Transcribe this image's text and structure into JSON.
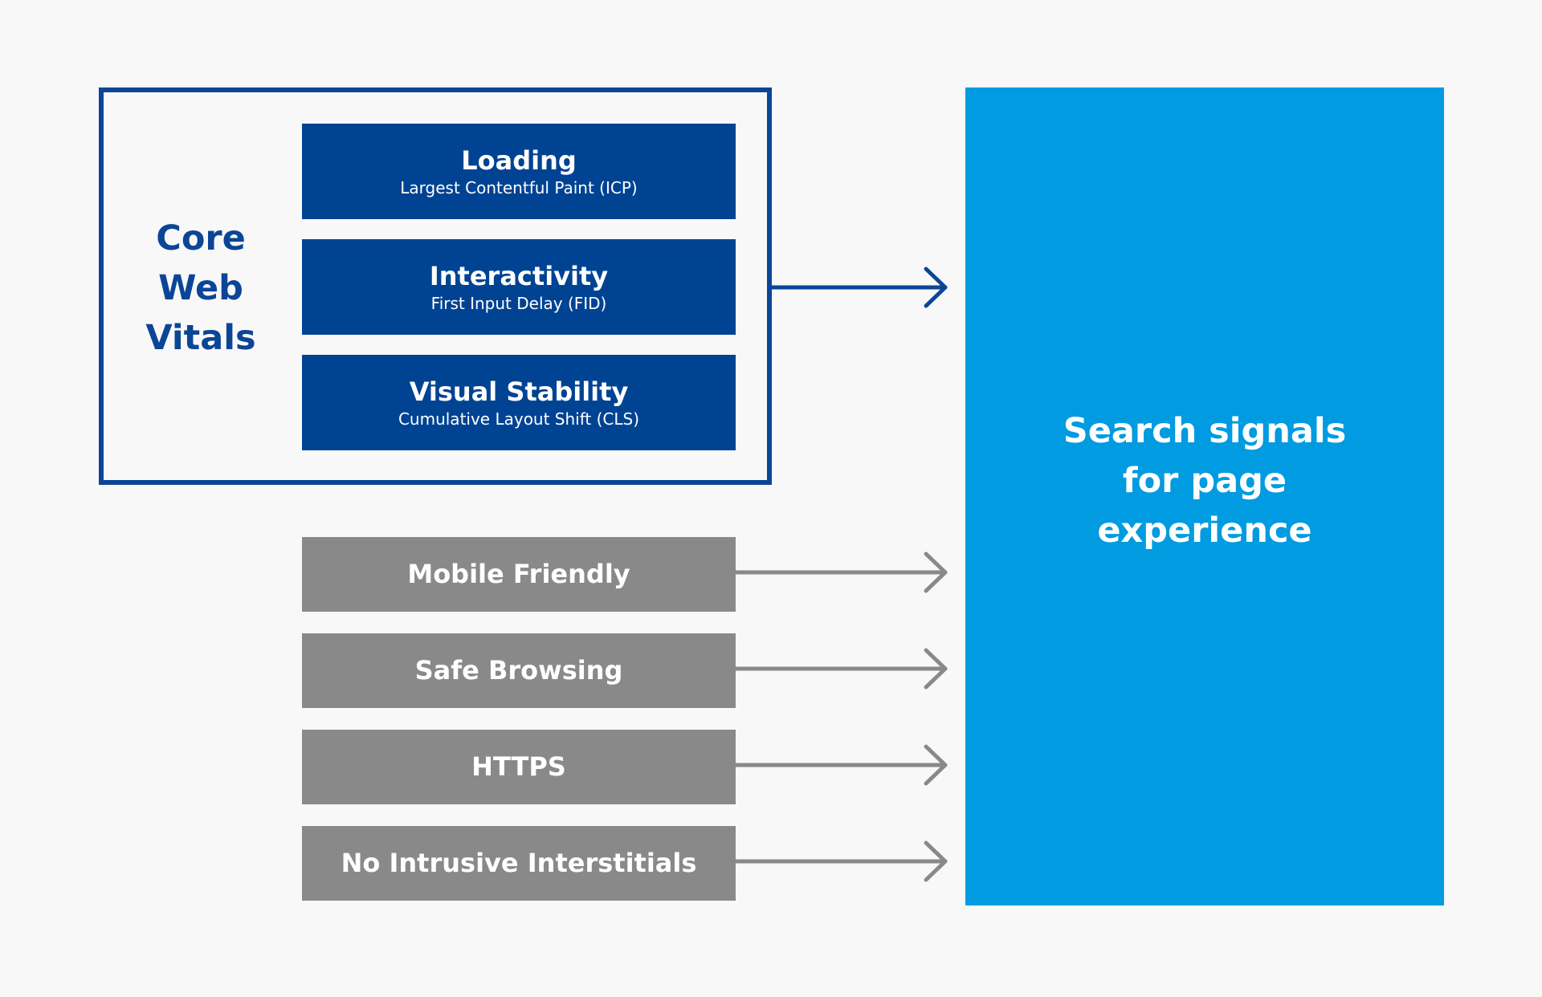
{
  "core_web_vitals": {
    "title_lines": [
      "Core",
      "Web",
      "Vitals"
    ],
    "metrics": [
      {
        "name": "Loading",
        "detail": "Largest Contentful Paint (ICP)"
      },
      {
        "name": "Interactivity",
        "detail": "First Input Delay (FID)"
      },
      {
        "name": "Visual Stability",
        "detail": "Cumulative Layout Shift (CLS)"
      }
    ]
  },
  "other_signals": [
    {
      "label": "Mobile Friendly"
    },
    {
      "label": "Safe Browsing"
    },
    {
      "label": "HTTPS"
    },
    {
      "label": "No Intrusive Interstitials"
    }
  ],
  "result": {
    "title_lines": [
      "Search signals",
      "for page",
      "experience"
    ]
  },
  "colors": {
    "core_blue": "#0b4596",
    "metric_blue": "#004393",
    "signal_gray": "#898989",
    "result_blue": "#009be0",
    "background": "#f8f8f8"
  }
}
